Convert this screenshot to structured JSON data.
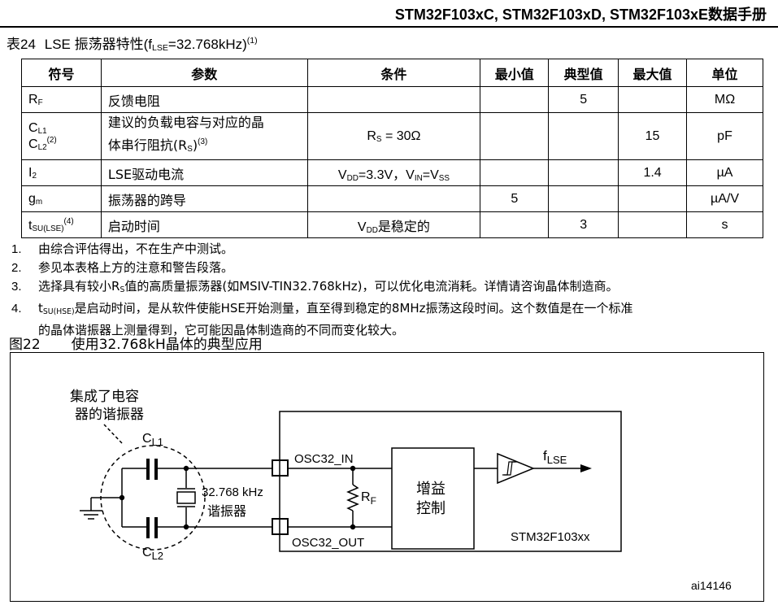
{
  "header": {
    "title": "STM32F103xC, STM32F103xD, STM32F103xE数据手册"
  },
  "table_caption": {
    "label": "表24",
    "text_pre": "LSE 振荡器特性(f",
    "text_sub": "LSE",
    "text_post": "=32.768kHz)",
    "note_ref": "(1)"
  },
  "table": {
    "headers": [
      "符号",
      "参数",
      "条件",
      "最小值",
      "典型值",
      "最大值",
      "单位"
    ],
    "rows": [
      {
        "sym_main": "R",
        "sym_sub": "F",
        "param": "反馈电阻",
        "cond": "",
        "min": "",
        "typ": "5",
        "max": "",
        "unit": "MΩ"
      },
      {
        "sym_main": "C",
        "sym_sub": "L1",
        "sym2_main": "C",
        "sym2_sub": "L2",
        "sym2_sup": "(2)",
        "param_line1": "建议的负载电容与对应的晶",
        "param_line2_pre": "体串行阻抗(R",
        "param_line2_sub": "S",
        "param_line2_post": ")",
        "param_sup": "(3)",
        "cond_pre": "R",
        "cond_sub": "S",
        "cond_post": " = 30Ω",
        "min": "",
        "typ": "",
        "max": "15",
        "unit": "pF"
      },
      {
        "sym_main": "I",
        "sym_sub": "2",
        "param": "LSE驱动电流",
        "cond_a": "V",
        "cond_a_sub": "DD",
        "cond_b": "=3.3V，V",
        "cond_b_sub": "IN",
        "cond_c": "=V",
        "cond_c_sub": "SS",
        "min": "",
        "typ": "",
        "max": "1.4",
        "unit": "µA"
      },
      {
        "sym_main": "g",
        "sym_sub": "m",
        "param": "振荡器的跨导",
        "cond": "",
        "min": "5",
        "typ": "",
        "max": "",
        "unit": "µA/V"
      },
      {
        "sym_main": "t",
        "sym_sub": "SU(LSE)",
        "sym_sup": "(4)",
        "param": "启动时间",
        "cond_pre": "V",
        "cond_sub": "DD",
        "cond_post": "是稳定的",
        "min": "",
        "typ": "3",
        "max": "",
        "unit": "s"
      }
    ]
  },
  "notes": [
    {
      "num": "1.",
      "text": "由综合评估得出，不在生产中测试。"
    },
    {
      "num": "2.",
      "text": "参见本表格上方的注意和警告段落。"
    },
    {
      "num": "3.",
      "pre": "选择具有较小R",
      "sub": "S",
      "post": "值的高质量振荡器(如MSIV-TIN32.768kHz)，可以优化电流消耗。详情请咨询晶体制造商。"
    },
    {
      "num": "4.",
      "pre": "t",
      "sub": "SU(HSE)",
      "line1": "是启动时间，是从软件使能HSE开始测量，直至得到稳定的8MHz振荡这段时间。这个数值是在一个标准",
      "line2": "的晶体谐振器上测量得到，它可能因晶体制造商的不同而变化较大。"
    }
  ],
  "figure": {
    "label": "图22",
    "title": "使用32.768kH晶体的典型应用",
    "resonator_label_1": "集成了电容",
    "resonator_label_2": "器的谐振器",
    "cl1_main": "C",
    "cl1_sub": "L1",
    "cl2_main": "C",
    "cl2_sub": "L2",
    "crystal_freq": "32.768 kHz",
    "crystal_label": "谐振器",
    "pin_in": "OSC32_IN",
    "pin_out": "OSC32_OUT",
    "rf_main": "R",
    "rf_sub": "F",
    "gain_1": "增益",
    "gain_2": "控制",
    "out_main": "f",
    "out_sub": "LSE",
    "chip": "STM32F103xx",
    "figure_id": "ai14146"
  }
}
